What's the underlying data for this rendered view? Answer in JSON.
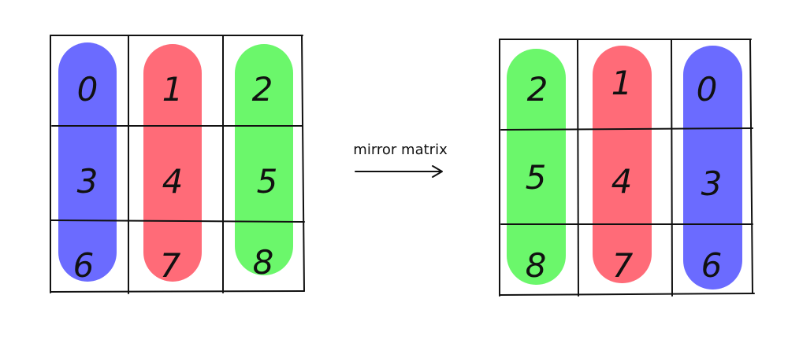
{
  "colors": {
    "blue": "#6b6bff",
    "red": "#ff6b78",
    "green": "#6bf76b",
    "grid_line": "#111111"
  },
  "left_matrix": {
    "columns": [
      "blue",
      "red",
      "green"
    ],
    "cells": [
      [
        "0",
        "1",
        "2"
      ],
      [
        "3",
        "4",
        "5"
      ],
      [
        "6",
        "7",
        "8"
      ]
    ]
  },
  "right_matrix": {
    "columns": [
      "green",
      "red",
      "blue"
    ],
    "cells": [
      [
        "2",
        "1",
        "0"
      ],
      [
        "5",
        "4",
        "3"
      ],
      [
        "8",
        "7",
        "6"
      ]
    ]
  },
  "arrow": {
    "label": "mirror matrix"
  }
}
